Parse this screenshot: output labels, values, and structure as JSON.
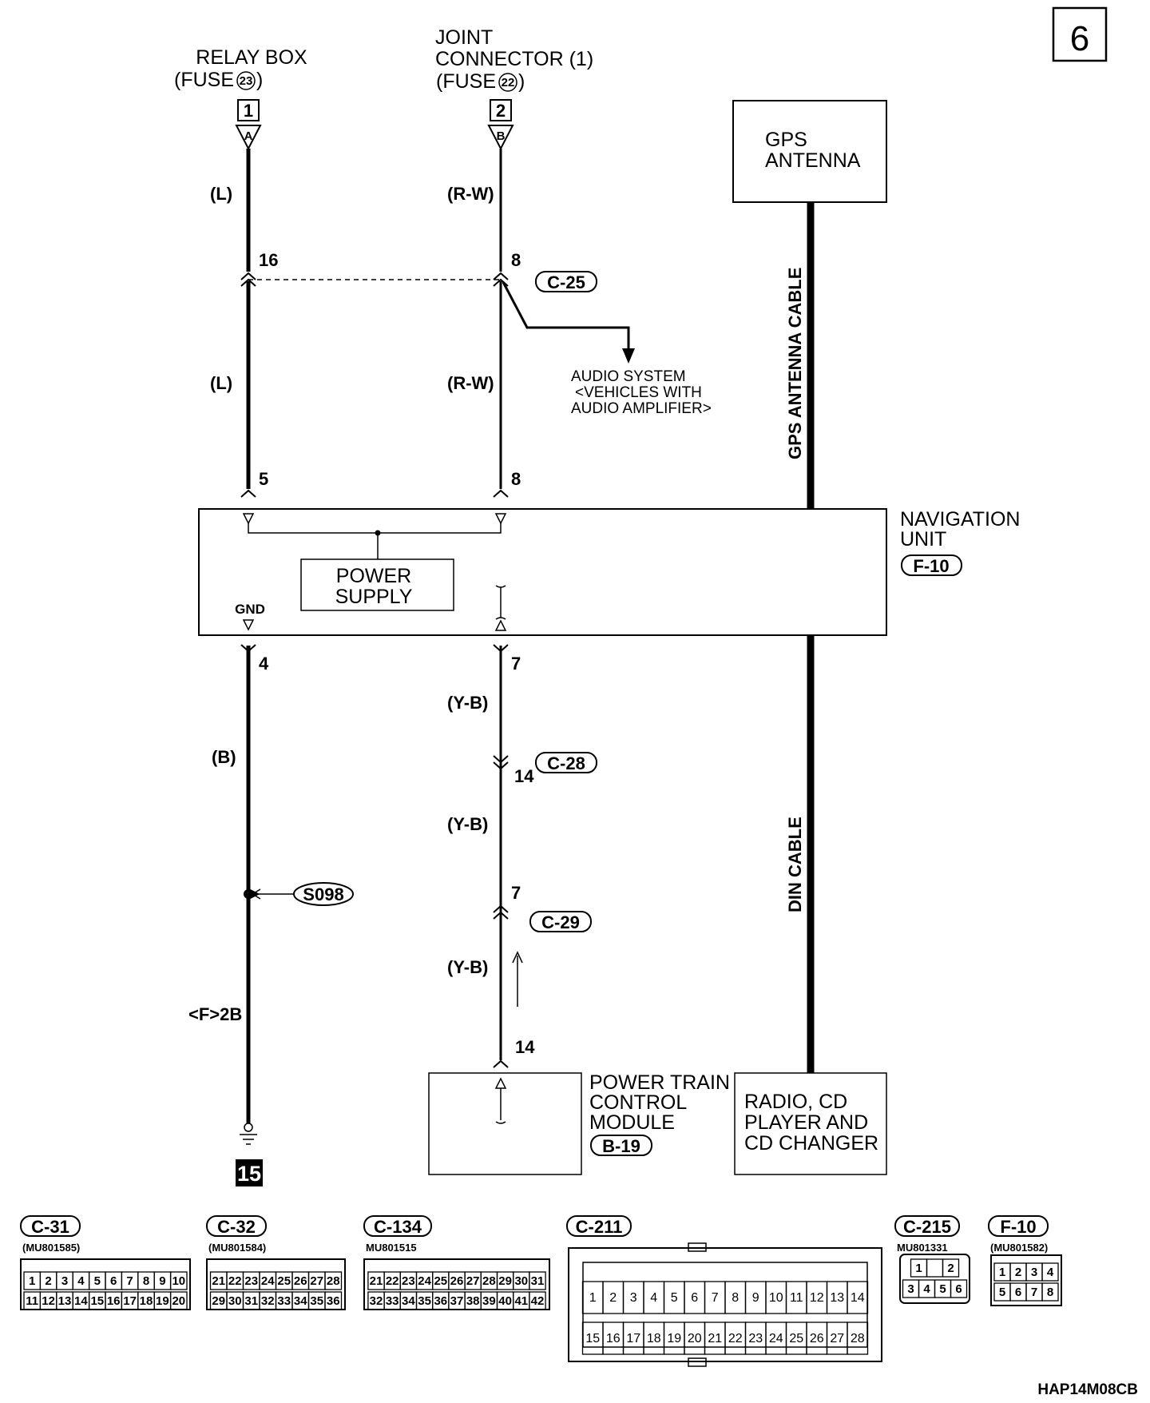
{
  "page": {
    "number": "6",
    "diagram_code": "HAP14M08CB"
  },
  "sources": {
    "relay_box": {
      "line1": "RELAY BOX",
      "line2": "(FUSE",
      "fuse": "23",
      "close": ")",
      "terminal": "1",
      "connector": "A"
    },
    "joint_connector": {
      "line1": "JOINT",
      "line2": "CONNECTOR (1)",
      "line3": "(FUSE",
      "fuse": "22",
      "close": ")",
      "terminal": "2",
      "connector": "B"
    }
  },
  "wires": {
    "left_top_color_1": "(L)",
    "left_top_color_2": "(L)",
    "right_top_color_1": "(R-W)",
    "right_top_color_2": "(R-W)",
    "left_bottom_color": "(B)",
    "left_bottom_ground_ref": "<F>2B",
    "right_bottom_color_1": "(Y-B)",
    "right_bottom_color_2": "(Y-B)",
    "right_bottom_color_3": "(Y-B)"
  },
  "pins": {
    "c25_left": "16",
    "c25_right": "8",
    "nav_pin_5": "5",
    "nav_pin_8": "8",
    "nav_pin_4": "4",
    "nav_pin_7": "7",
    "c28_pin": "14",
    "c29_pin": "7",
    "pcm_pin": "14"
  },
  "connectors": {
    "c25": "C-25",
    "c28": "C-28",
    "c29": "C-29",
    "f10": "F-10",
    "b19": "B-19"
  },
  "splice": "S098",
  "ground_number": "15",
  "audio_system": {
    "line1": "AUDIO SYSTEM",
    "line2": "<VEHICLES WITH",
    "line3": "AUDIO  AMPLIFIER>"
  },
  "gps_antenna": {
    "line1": "GPS",
    "line2": "ANTENNA",
    "cable": "GPS ANTENNA CABLE"
  },
  "navigation_unit": {
    "line1": "NAVIGATION",
    "line2": "UNIT",
    "power_supply_1": "POWER",
    "power_supply_2": "SUPPLY",
    "gnd": "GND"
  },
  "din_cable": "DIN CABLE",
  "pcm": {
    "line1": "POWER TRAIN",
    "line2": "CONTROL",
    "line3": "MODULE"
  },
  "radio": {
    "line1": "RADIO, CD",
    "line2": "PLAYER AND",
    "line3": "CD CHANGER"
  },
  "connector_views": [
    {
      "name": "C-31",
      "part": "(MU801585)",
      "rows": [
        [
          "1",
          "2",
          "3",
          "4",
          "5",
          "6",
          "7",
          "8",
          "9",
          "10"
        ],
        [
          "11",
          "12",
          "13",
          "14",
          "15",
          "16",
          "17",
          "18",
          "19",
          "20"
        ]
      ]
    },
    {
      "name": "C-32",
      "part": "(MU801584)",
      "rows": [
        [
          "21",
          "22",
          "23",
          "24",
          "25",
          "26",
          "27",
          "28"
        ],
        [
          "29",
          "30",
          "31",
          "32",
          "33",
          "34",
          "35",
          "36"
        ]
      ]
    },
    {
      "name": "C-134",
      "part": "MU801515",
      "rows": [
        [
          "21",
          "22",
          "23",
          "24",
          "25",
          "26",
          "27",
          "28",
          "29",
          "30",
          "31"
        ],
        [
          "32",
          "33",
          "34",
          "35",
          "36",
          "37",
          "38",
          "39",
          "40",
          "41",
          "42"
        ]
      ]
    },
    {
      "name": "C-211",
      "part": "",
      "rows": [
        [
          "1",
          "2",
          "3",
          "4",
          "5",
          "6",
          "7",
          "8",
          "9",
          "10",
          "11",
          "12",
          "13",
          "14"
        ],
        [
          "15",
          "16",
          "17",
          "18",
          "19",
          "20",
          "21",
          "22",
          "23",
          "24",
          "25",
          "26",
          "27",
          "28"
        ]
      ]
    },
    {
      "name": "C-215",
      "part": "MU801331",
      "rows": [
        [
          "1",
          "",
          "2"
        ],
        [
          "3",
          "4",
          "5",
          "6"
        ]
      ]
    },
    {
      "name": "F-10",
      "part": "(MU801582)",
      "rows": [
        [
          "1",
          "2",
          "3",
          "4"
        ],
        [
          "5",
          "6",
          "7",
          "8"
        ]
      ]
    }
  ]
}
